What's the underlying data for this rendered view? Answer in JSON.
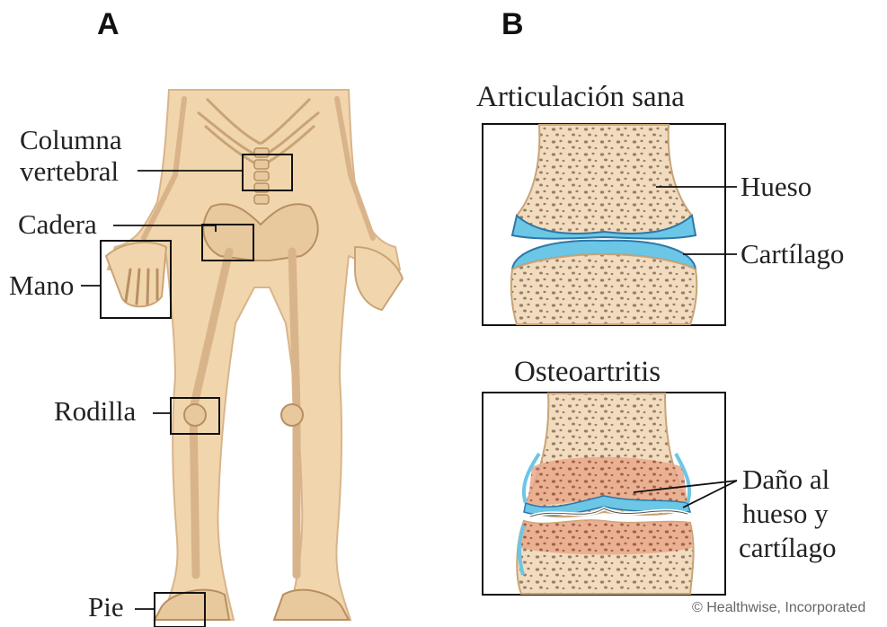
{
  "panels": {
    "a": "A",
    "b": "B"
  },
  "left_labels": {
    "columna": "Columna",
    "vertebral": "vertebral",
    "cadera": "Cadera",
    "mano": "Mano",
    "rodilla": "Rodilla",
    "pie": "Pie"
  },
  "right": {
    "healthy_title": "Articulación sana",
    "hueso": "Hueso",
    "cartilago": "Cartílago",
    "oa_title": "Osteoartritis",
    "damage_line1": "Daño al",
    "damage_line2": "hueso y",
    "damage_line3": "cartílago"
  },
  "copyright": "© Healthwise, Incorporated",
  "colors": {
    "bone": "#f1d6ad",
    "bone_dark": "#c9a477",
    "cartilage": "#6cc6e6",
    "damage": "#e07b5a"
  }
}
